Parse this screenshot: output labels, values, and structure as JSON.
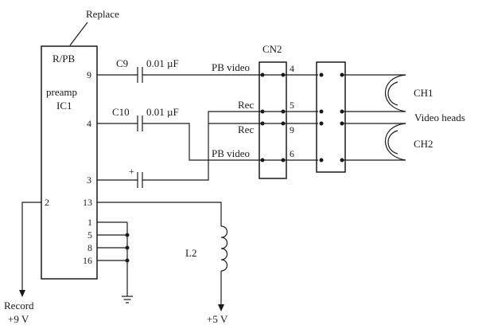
{
  "labels": {
    "replace": "Replace",
    "ic_name_1": "R/PB",
    "ic_name_2": "preamp",
    "ic_name_3": "IC1",
    "pin_9": "9",
    "pin_4": "4",
    "pin_3": "3",
    "pin_2": "2",
    "pin_13": "13",
    "pin_1": "1",
    "pin_5": "5",
    "pin_8": "8",
    "pin_16": "16",
    "c9": "C9",
    "c9_value": "0.01 µF",
    "c10": "C10",
    "c10_value": "0.01 µF",
    "c3_polarity": "+",
    "cn2": "CN2",
    "pb_video_1": "PB video",
    "rec_1": "Rec",
    "rec_2": "Rec",
    "pb_video_2": "PB video",
    "cn_pin_4": "4",
    "cn_pin_5": "5",
    "cn_pin_9": "9",
    "cn_pin_6": "6",
    "ch1": "CH1",
    "video_heads": "Video heads",
    "ch2": "CH2",
    "l2": "L2",
    "record": "Record",
    "plus9v": "+9 V",
    "plus5v": "+5 V"
  }
}
